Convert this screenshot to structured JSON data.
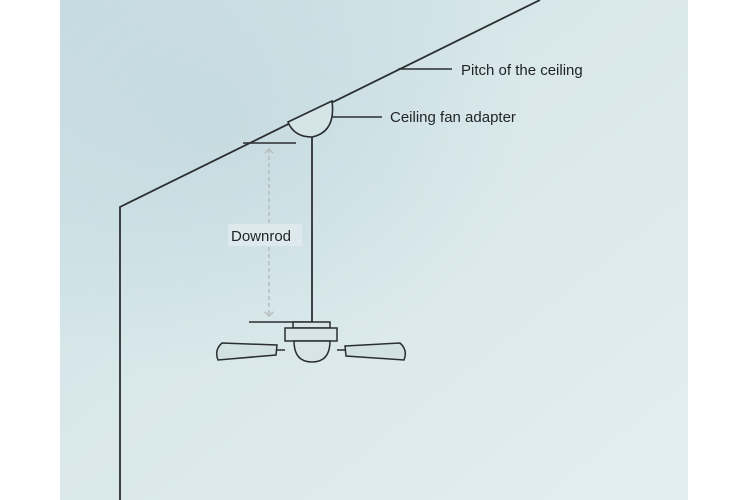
{
  "labels": {
    "pitch": "Pitch of the ceiling",
    "adapter": "Ceiling fan adapter",
    "downrod": "Downrod"
  },
  "colors": {
    "background": "#ffffff",
    "wall_wash": "#dbe9ec",
    "wall_wash_dark": "#c7dde2",
    "ink": "#2a2e31",
    "dimension_arrow": "#b7bcbf",
    "fan_fill": "#cfdcde"
  }
}
